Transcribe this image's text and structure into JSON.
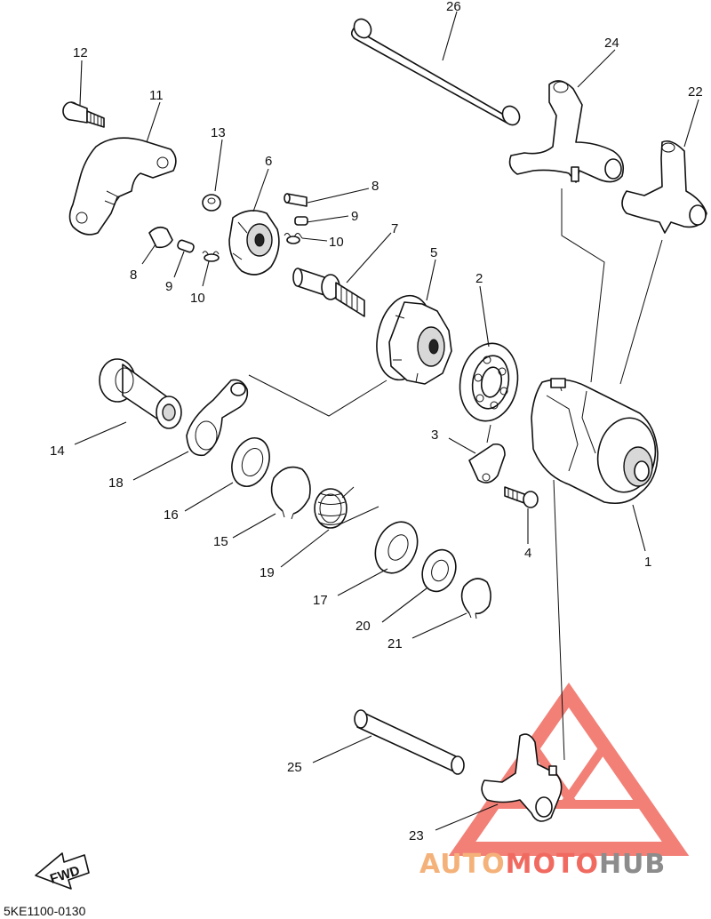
{
  "diagram_code": "5KE1100-0130",
  "fwd_label": "FWD",
  "logo": {
    "word1": "AUTO",
    "word2": "MOTO",
    "word3": "HUB",
    "color_orange": "#f4b27a",
    "color_red": "#f06a60",
    "color_gray": "#8c8c8c"
  },
  "callouts": [
    {
      "label": "1"
    },
    {
      "label": "2"
    },
    {
      "label": "3"
    },
    {
      "label": "4"
    },
    {
      "label": "5"
    },
    {
      "label": "6"
    },
    {
      "label": "7"
    },
    {
      "label": "8"
    },
    {
      "label": "8"
    },
    {
      "label": "9"
    },
    {
      "label": "9"
    },
    {
      "label": "10"
    },
    {
      "label": "10"
    },
    {
      "label": "11"
    },
    {
      "label": "12"
    },
    {
      "label": "13"
    },
    {
      "label": "14"
    },
    {
      "label": "15"
    },
    {
      "label": "16"
    },
    {
      "label": "17"
    },
    {
      "label": "18"
    },
    {
      "label": "19"
    },
    {
      "label": "20"
    },
    {
      "label": "21"
    },
    {
      "label": "22"
    },
    {
      "label": "23"
    },
    {
      "label": "24"
    },
    {
      "label": "25"
    },
    {
      "label": "26"
    }
  ]
}
